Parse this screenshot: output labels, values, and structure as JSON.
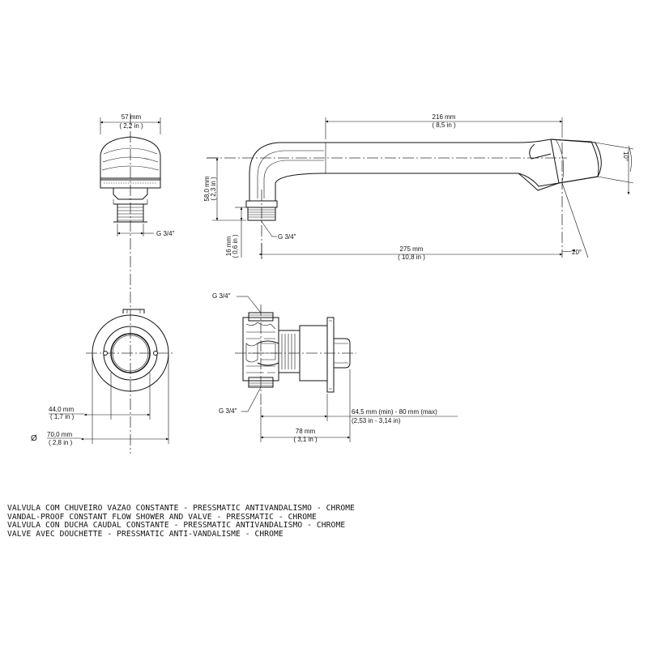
{
  "dimensions": {
    "head_width": {
      "mm": "57 mm",
      "in": "( 2,2 in )"
    },
    "head_thread": "G 3/4\"",
    "arm_length": {
      "mm": "216 mm",
      "in": "( 8,5 in )"
    },
    "arm_height": {
      "mm": "58,0 mm",
      "in": "( 2,3 in )"
    },
    "arm_thread": "G 3/4\"",
    "thread_length": {
      "mm": "16 mm",
      "in": "( 0,6 in )"
    },
    "total_projection": {
      "mm": "275 mm",
      "in": "( 10,8 in )"
    },
    "head_tilt": "10°",
    "spray_angle": "20°",
    "valve_inlet": "G 3/4\"",
    "valve_outlet": "G 3/4\"",
    "button_diameter": {
      "mm": "44,0 mm",
      "in": "( 1,7 in )"
    },
    "plate_diameter": {
      "symbol": "Ø",
      "mm": "70,0 mm",
      "in": "( 2,8 in )"
    },
    "body_depth": {
      "mm": "78 mm",
      "in": "( 3,1 in )"
    },
    "wall_range": {
      "mm": "64,5 mm (min) - 80 mm (max)",
      "in": "(2,53 in - 3,14 in)"
    }
  },
  "captions": [
    "VALVULA COM CHUVEIRO VAZAO CONSTANTE - PRESSMATIC ANTIVANDALISMO - CHROME",
    "VANDAL-PROOF CONSTANT FLOW SHOWER AND VALVE - PRESSMATIC - CHROME",
    "VALVULA CON DUCHA CAUDAL CONSTANTE - PRESSMATIC ANTIVANDALISMO - CHROME",
    "VALVE AVEC DOUCHETTE - PRESSMATIC ANTI-VANDALISME - CHROME"
  ]
}
